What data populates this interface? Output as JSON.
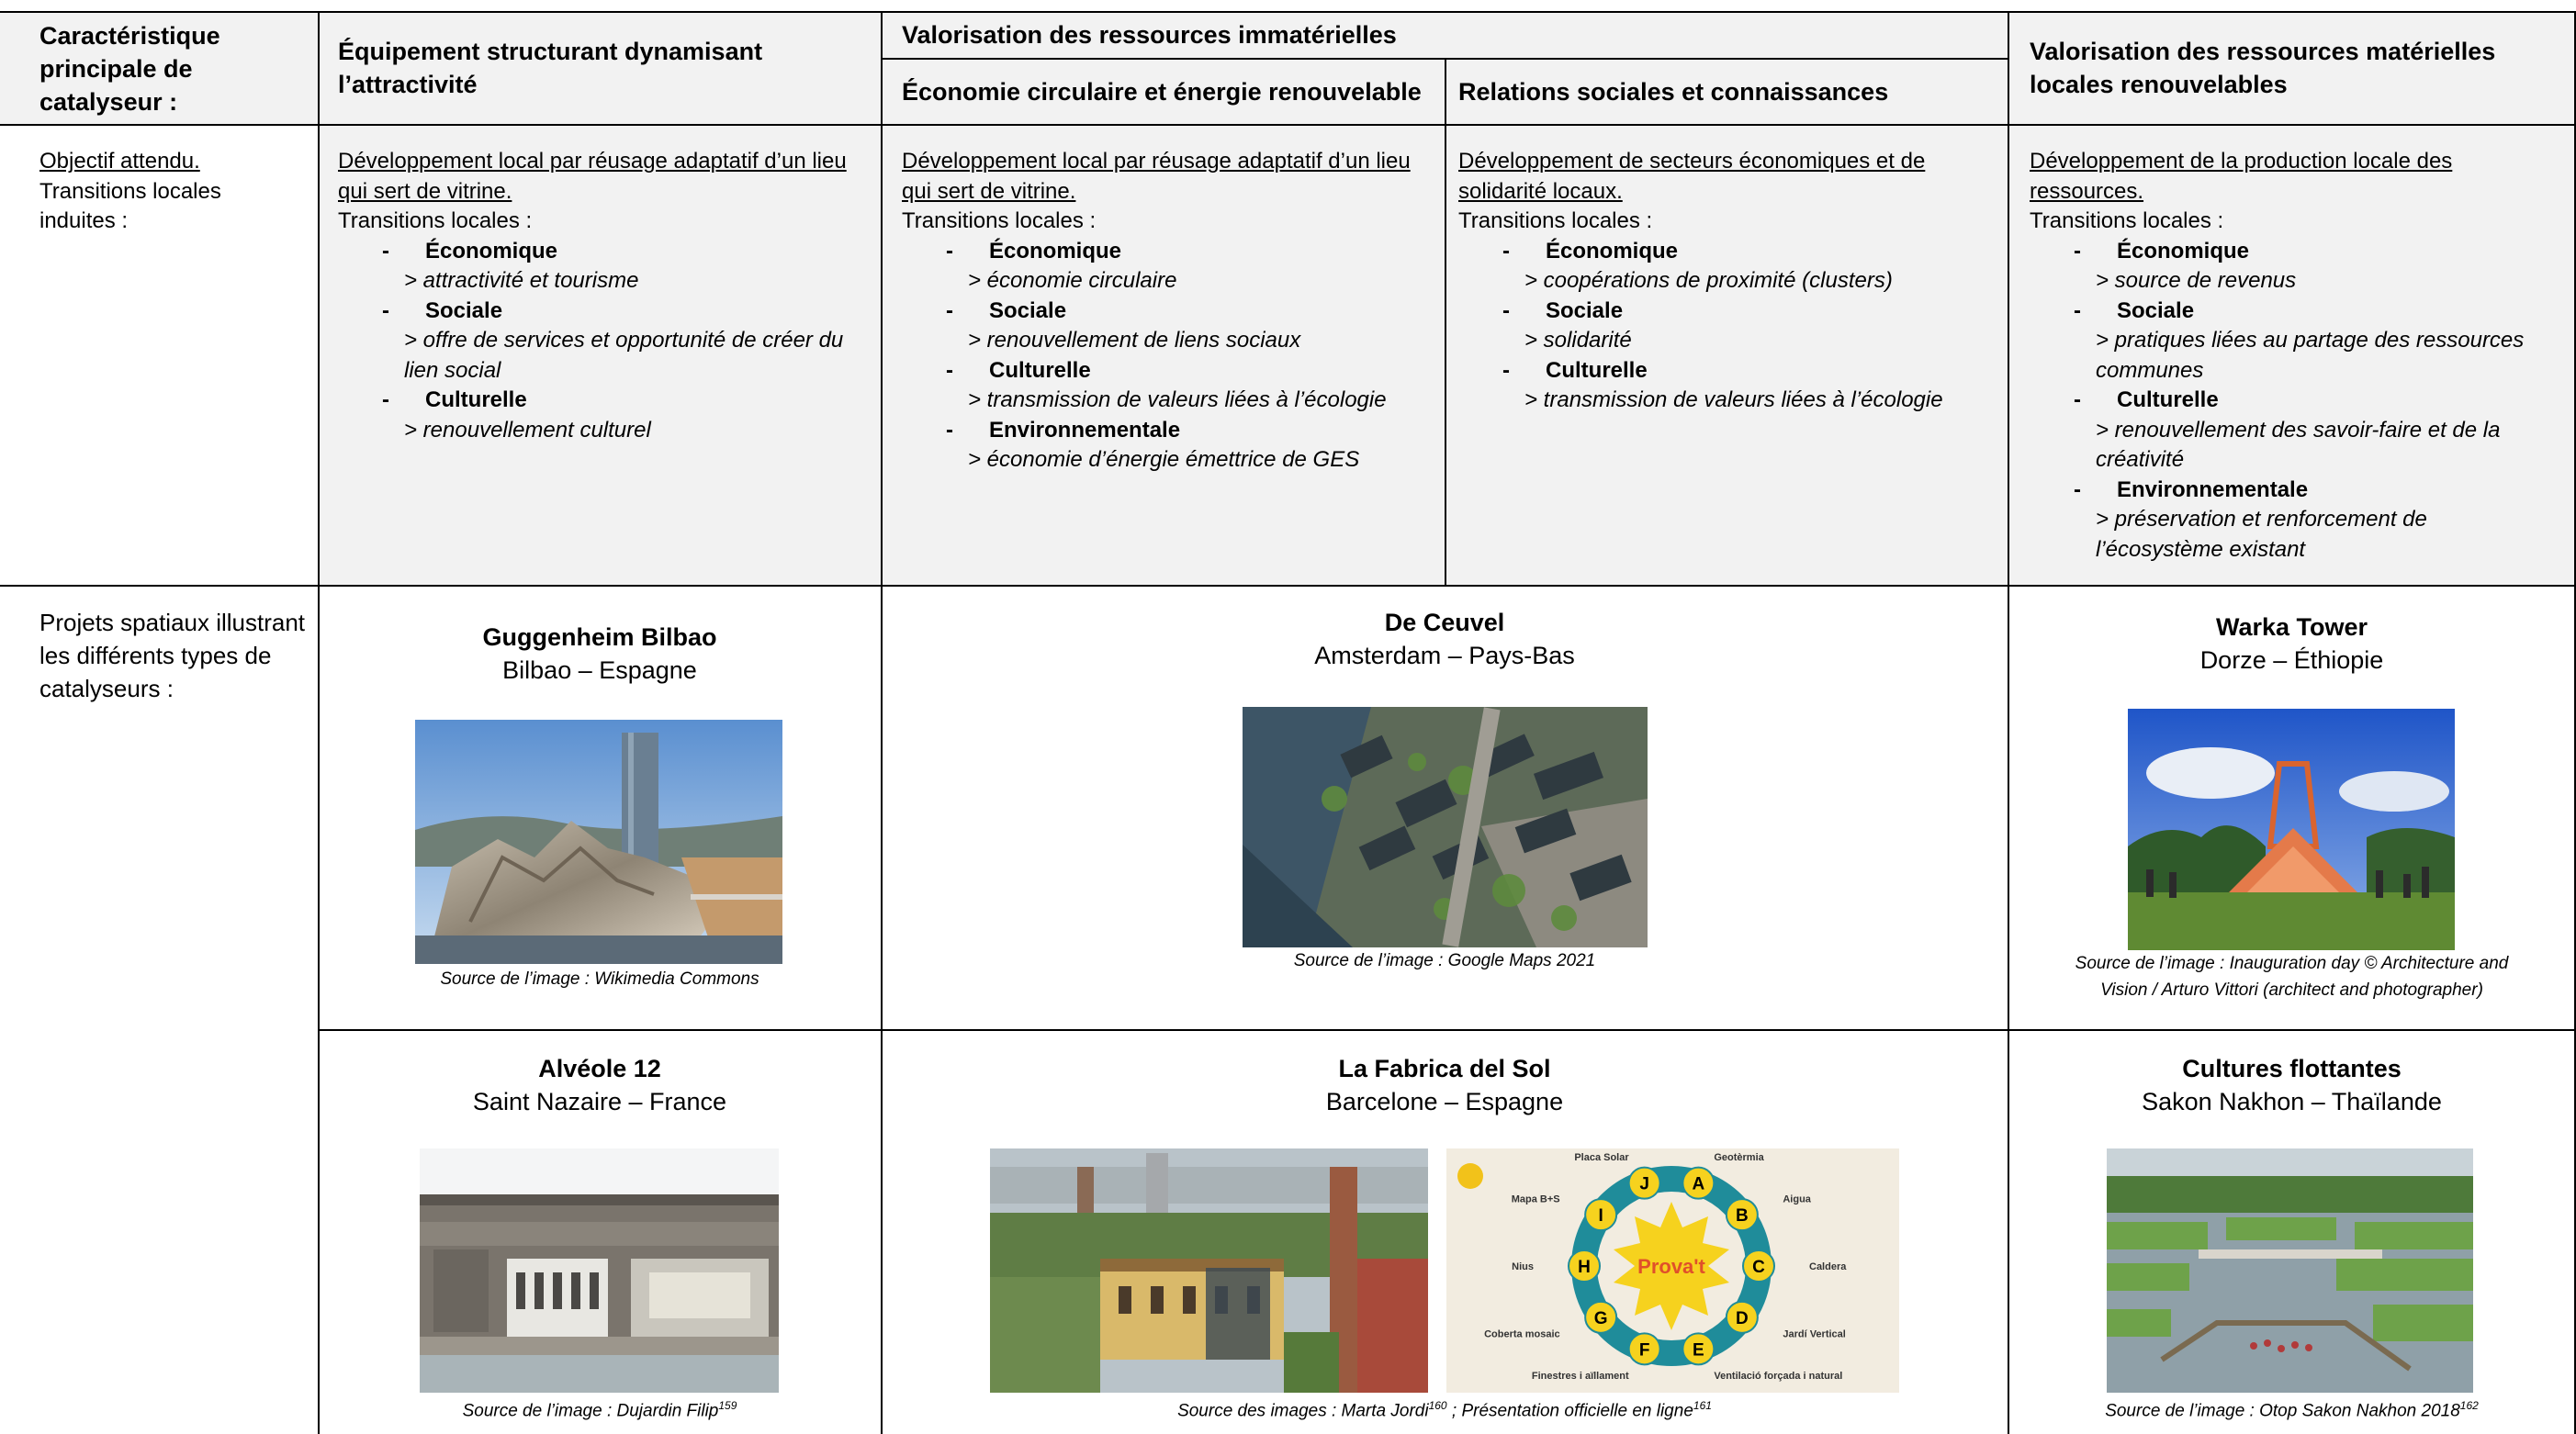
{
  "header": {
    "col1": "Caractéristique principale de catalyseur :",
    "col2": "Équipement structurant dynamisant l’attractivité",
    "col3_group": "Valorisation des ressources immatérielles",
    "col3a": "Économie circulaire et énergie renouvelable",
    "col3b": "Relations sociales et connaissances",
    "col4": "Valorisation des ressources matérielles locales renouvelables"
  },
  "objectives": {
    "row_label_1": "Objectif attendu.",
    "row_label_2": "Transitions locales induites :",
    "transitions_label": "Transitions locales :",
    "col2": {
      "goal": "Développement local par réusage adaptatif d’un lieu qui sert de vitrine.",
      "items": [
        {
          "name": "Économique",
          "detail": "> attractivité et tourisme"
        },
        {
          "name": "Sociale",
          "detail": "> offre de services et opportunité de créer du lien social"
        },
        {
          "name": "Culturelle",
          "detail": "> renouvellement culturel"
        }
      ]
    },
    "col3a": {
      "goal": "Développement local par réusage adaptatif d’un lieu qui sert de vitrine.",
      "items": [
        {
          "name": "Économique",
          "detail": "> économie circulaire"
        },
        {
          "name": "Sociale",
          "detail": "> renouvellement de liens sociaux"
        },
        {
          "name": "Culturelle",
          "detail": "> transmission de valeurs liées à l’écologie"
        },
        {
          "name": "Environnementale",
          "detail": "> économie d’énergie émettrice de GES"
        }
      ]
    },
    "col3b": {
      "goal": "Développement de secteurs économiques et de solidarité locaux.",
      "items": [
        {
          "name": "Économique",
          "detail": "> coopérations de proximité (clusters)"
        },
        {
          "name": "Sociale",
          "detail": "> solidarité"
        },
        {
          "name": "Culturelle",
          "detail": "> transmission de valeurs liées à l’écologie"
        }
      ]
    },
    "col4": {
      "goal": "Développement de la production locale des ressources.",
      "items": [
        {
          "name": "Économique",
          "detail": "> source de revenus"
        },
        {
          "name": "Sociale",
          "detail": "> pratiques liées au partage des ressources communes"
        },
        {
          "name": "Culturelle",
          "detail": "> renouvellement des savoir-faire et de la créativité"
        },
        {
          "name": "Environnementale",
          "detail": "> préservation et renforcement de l’écosystème existant"
        }
      ]
    }
  },
  "projects_label": "Projets spatiaux illustrant les différents types de catalyseurs :",
  "projects": {
    "guggenheim": {
      "title": "Guggenheim Bilbao",
      "place": "Bilbao – Espagne",
      "caption": "Source de l’image : Wikimedia Commons"
    },
    "deceuvel": {
      "title": "De Ceuvel",
      "place": "Amsterdam – Pays-Bas",
      "caption": "Source de l’image : Google Maps 2021"
    },
    "warka": {
      "title": "Warka Tower",
      "place": "Dorze – Éthiopie",
      "caption_1": "Source de l’image : Inauguration day © Architecture and",
      "caption_2": "Vision / Arturo Vittori (architect and photographer)"
    },
    "alveole": {
      "title": "Alvéole 12",
      "place": "Saint Nazaire – France",
      "caption": "Source de l’image : Dujardin Filip",
      "caption_sup": "159"
    },
    "fabrica": {
      "title": "La Fabrica del Sol",
      "place": "Barcelone – Espagne",
      "caption_a": "Source des images : Marta Jordi",
      "caption_sup_a": "160",
      "caption_b": " ; Présentation officielle en ligne",
      "caption_sup_b": "161"
    },
    "cultures": {
      "title": "Cultures flottantes",
      "place": "Sakon Nakhon – Thaïlande",
      "caption": "Source de l’image : Otop Sakon Nakhon 2018",
      "caption_sup": "162"
    }
  },
  "diagram": {
    "center": "Prova't",
    "nodes": [
      {
        "letter": "A",
        "label": "Geotèrmia"
      },
      {
        "letter": "B",
        "label": "Aigua"
      },
      {
        "letter": "C",
        "label": "Caldera"
      },
      {
        "letter": "D",
        "label": "Jardí Vertical"
      },
      {
        "letter": "E",
        "label": "Ventilació forçada i natural"
      },
      {
        "letter": "F",
        "label": "Finestres i aïllament"
      },
      {
        "letter": "G",
        "label": "Coberta mosaic"
      },
      {
        "letter": "H",
        "label": "Nius"
      },
      {
        "letter": "I",
        "label": "Mapa B+S"
      },
      {
        "letter": "J",
        "label": "Placa Solar"
      }
    ]
  }
}
